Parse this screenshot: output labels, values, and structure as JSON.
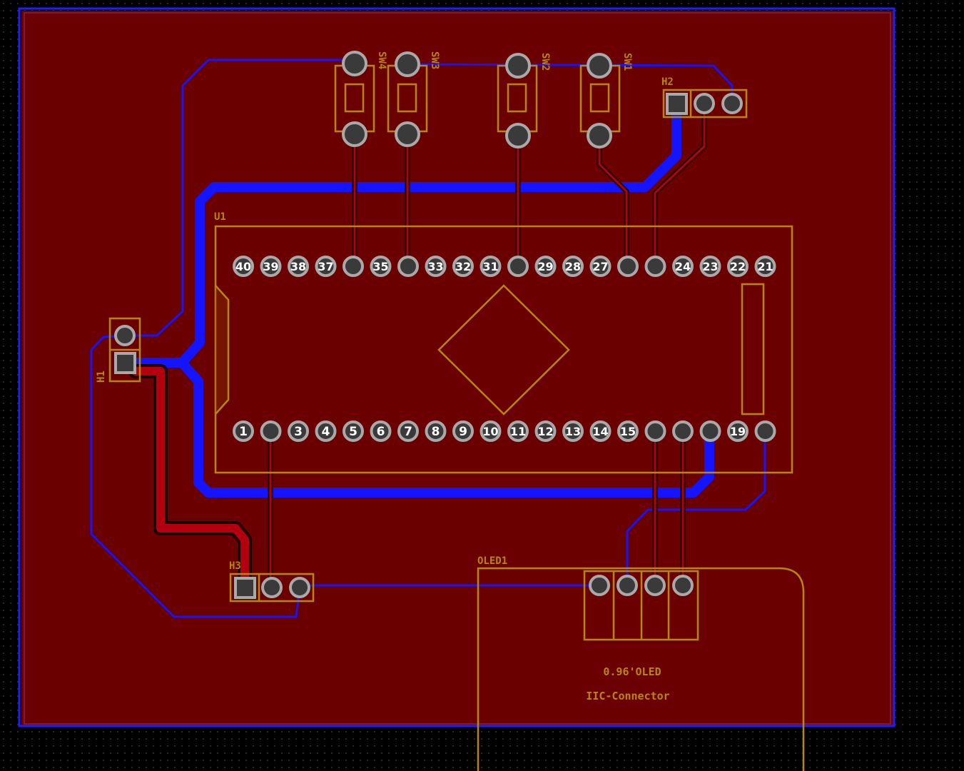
{
  "board": {
    "colors": {
      "background": "#000000",
      "board_fill": "#6b0000",
      "edge_cuts": "#1e1eff",
      "silkscreen": "#b8860b",
      "front_copper": "#b3000e",
      "back_copper": "#1414ff",
      "pad_fill": "#3a3a3a",
      "pad_ring": "#a9a9a9",
      "pin_label": "#ffffff"
    }
  },
  "components": {
    "u1": {
      "ref": "U1",
      "top_pins": [
        "40",
        "39",
        "38",
        "37",
        "",
        "35",
        "",
        "33",
        "32",
        "31",
        "",
        "29",
        "28",
        "27",
        "",
        "",
        "24",
        "23",
        "22",
        "21"
      ],
      "bottom_pins": [
        "1",
        "",
        "3",
        "4",
        "5",
        "6",
        "7",
        "8",
        "9",
        "10",
        "11",
        "12",
        "13",
        "14",
        "15",
        "",
        "",
        "",
        "19",
        ""
      ]
    },
    "sw4": {
      "ref": "SW4"
    },
    "sw3": {
      "ref": "SW3"
    },
    "sw2": {
      "ref": "SW2"
    },
    "sw1": {
      "ref": "SW1"
    },
    "h1": {
      "ref": "H1"
    },
    "h2": {
      "ref": "H2"
    },
    "h3": {
      "ref": "H3"
    },
    "oled1": {
      "ref": "OLED1",
      "label_line1": "0.96'OLED",
      "label_line2": "IIC-Connector"
    }
  }
}
